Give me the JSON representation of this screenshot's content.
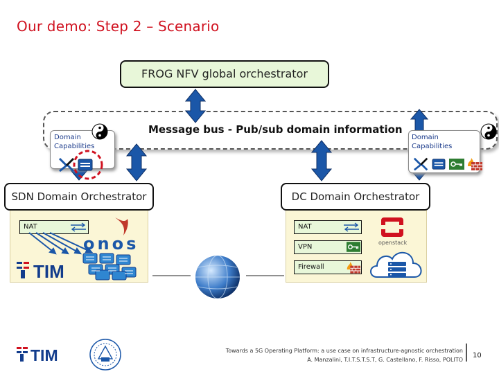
{
  "title": "Our demo: Step 2 – Scenario",
  "global_orchestrator": "FROG NFV global orchestrator",
  "message_bus": "Message bus - Pub/sub domain information",
  "capabilities_left": {
    "line1": "Domain",
    "line2": "Capabilities"
  },
  "capabilities_right": {
    "line1": "Domain",
    "line2": "Capabilities"
  },
  "sdn_orchestrator": {
    "label": "SDN Domain Orchestrator",
    "functions": [
      "NAT"
    ],
    "controller_logo": "onos",
    "operator_logo": "TIM"
  },
  "dc_orchestrator": {
    "label": "DC Domain Orchestrator",
    "functions": [
      "NAT",
      "VPN",
      "Firewall"
    ],
    "platform_logo": "openstack"
  },
  "footer": {
    "line1": "Towards a 5G Operating Platform: a use case on infrastructure-agnostic orchestration",
    "line2": "A. Manzalini, T.I.T.S.T.S.T, G. Castellano, F. Risso, POLITO",
    "page": "10",
    "logo": "TIM"
  },
  "colors": {
    "title": "#d0111f",
    "function_fill": "#e8f7d9",
    "domain_panel": "#fbf6d6",
    "arrow": "#1b57a8",
    "tim_blue": "#123c8c",
    "tim_red": "#d0111f"
  },
  "icons": [
    "yin-yang-icon",
    "router-icon",
    "vpn-key-icon",
    "firewall-icon",
    "globe-icon",
    "cloud-server-icon"
  ]
}
